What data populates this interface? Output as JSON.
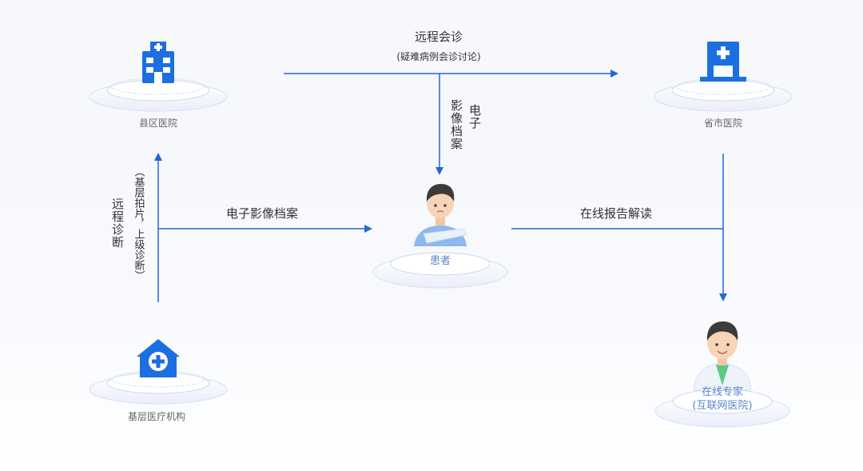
{
  "nodes": {
    "county_hospital": {
      "label": "县区医院",
      "icon": "hospital-icon"
    },
    "provincial_hospital": {
      "label": "省市医院",
      "icon": "hospital-building-icon"
    },
    "primary_care": {
      "label": "基层医疗机构",
      "icon": "clinic-house-icon"
    },
    "patient": {
      "label": "患者",
      "icon": "patient-avatar-icon"
    },
    "online_expert": {
      "label": "在线专家",
      "label2": "(互联网医院)",
      "icon": "doctor-avatar-icon"
    }
  },
  "edges": {
    "remote_consult": {
      "label": "远程会诊",
      "sublabel": "(疑难病例会诊讨论)"
    },
    "eimage_top": {
      "label_col1": "影像档案",
      "label_col2": "电子"
    },
    "eimage_left": {
      "label": "电子影像档案"
    },
    "online_report": {
      "label": "在线报告解读"
    },
    "remote_diag": {
      "label": "远程诊断",
      "sublabel": "（基层拍片，上级诊断）"
    }
  },
  "colors": {
    "primary": "#1c6fe0",
    "arrow": "#2566d6",
    "text": "#333333",
    "node_label": "#666666",
    "platform_ring": "#cfdcf4"
  }
}
